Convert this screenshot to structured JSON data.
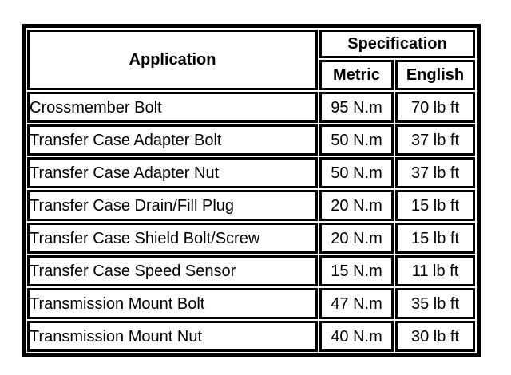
{
  "table": {
    "headers": {
      "application": "Application",
      "specification": "Specification",
      "metric": "Metric",
      "english": "English"
    },
    "rows": [
      {
        "application": "Crossmember Bolt",
        "metric": "95 N.m",
        "english": "70 lb ft"
      },
      {
        "application": "Transfer Case Adapter Bolt",
        "metric": "50 N.m",
        "english": "37 lb ft"
      },
      {
        "application": "Transfer Case Adapter Nut",
        "metric": "50 N.m",
        "english": "37 lb ft"
      },
      {
        "application": "Transfer Case Drain/Fill Plug",
        "metric": "20 N.m",
        "english": "15 lb ft"
      },
      {
        "application": "Transfer Case Shield Bolt/Screw",
        "metric": "20 N.m",
        "english": "15 lb ft"
      },
      {
        "application": "Transfer Case Speed Sensor",
        "metric": "15 N.m",
        "english": "11 lb ft"
      },
      {
        "application": "Transmission Mount Bolt",
        "metric": "47 N.m",
        "english": "35 lb ft"
      },
      {
        "application": "Transmission Mount Nut",
        "metric": "40 N.m",
        "english": "30 lb ft"
      }
    ],
    "colors": {
      "border": "#000000",
      "background": "#ffffff",
      "text": "#000000"
    }
  }
}
